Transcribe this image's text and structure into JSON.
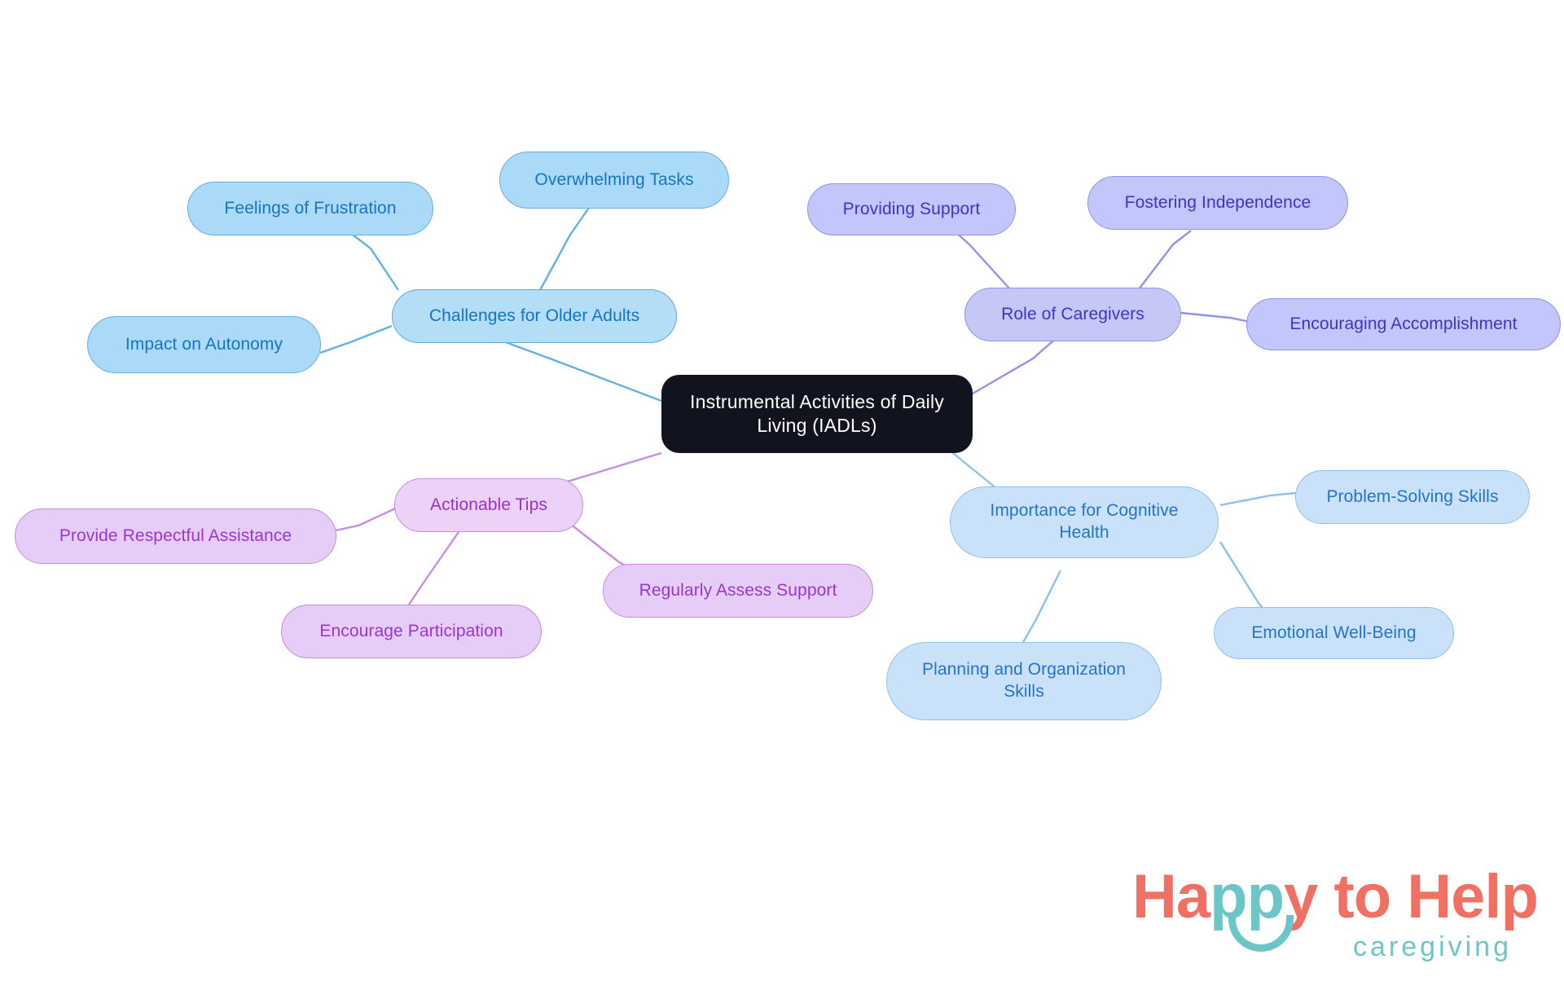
{
  "diagram": {
    "type": "mindmap",
    "title": "Instrumental Activities of Daily Living (IADLs)",
    "background_color": "#ffffff",
    "root": {
      "id": "root",
      "label": "Instrumental Activities of Daily\nLiving (IADLs)",
      "fill": "#11131f",
      "text_color": "#ffffff"
    },
    "branches": [
      {
        "id": "challenges",
        "label": "Challenges for Older Adults",
        "fill": "#b4ddf7",
        "border": "#5aa9e0",
        "text_color": "#1274cc",
        "children": [
          {
            "id": "overwhelming-tasks",
            "label": "Overwhelming Tasks",
            "fill": "#abd9f8",
            "border": "#63b0e6",
            "text_color": "#1574c4"
          },
          {
            "id": "feelings-of-frustration",
            "label": "Feelings of Frustration",
            "fill": "#abd9f8",
            "border": "#63b0e6",
            "text_color": "#1574c4"
          },
          {
            "id": "impact-on-autonomy",
            "label": "Impact on Autonomy",
            "fill": "#abd9f8",
            "border": "#63b0e6",
            "text_color": "#1574c4"
          }
        ]
      },
      {
        "id": "role-of-caregivers",
        "label": "Role of Caregivers",
        "fill": "#c5c7f7",
        "border": "#8f93ec",
        "text_color": "#3b36c9",
        "children": [
          {
            "id": "providing-support",
            "label": "Providing Support",
            "fill": "#c3c6fa",
            "border": "#9094ee",
            "text_color": "#3a36cb"
          },
          {
            "id": "fostering-independence",
            "label": "Fostering Independence",
            "fill": "#c3c6fa",
            "border": "#9094ee",
            "text_color": "#3a36cb"
          },
          {
            "id": "encouraging-accomplishment",
            "label": "Encouraging Accomplishment",
            "fill": "#c3c6fa",
            "border": "#9094ee",
            "text_color": "#3a36cb"
          }
        ]
      },
      {
        "id": "importance-cognitive-health",
        "label": "Importance for Cognitive\nHealth",
        "fill": "#c9e2fa",
        "border": "#8ec0ea",
        "text_color": "#2472c9",
        "children": [
          {
            "id": "problem-solving-skills",
            "label": "Problem-Solving Skills",
            "fill": "#c9e2fa",
            "border": "#8ec0ea",
            "text_color": "#2472c9"
          },
          {
            "id": "emotional-well-being",
            "label": "Emotional Well-Being",
            "fill": "#c9e2fa",
            "border": "#8ec0ea",
            "text_color": "#2472c9"
          },
          {
            "id": "planning-organization-skills",
            "label": "Planning and Organization\nSkills",
            "fill": "#c9e2fa",
            "border": "#8ec0ea",
            "text_color": "#2472c9"
          }
        ]
      },
      {
        "id": "actionable-tips",
        "label": "Actionable Tips",
        "fill": "#ebd2f6",
        "border": "#c98ce5",
        "text_color": "#9b2fd6",
        "children": [
          {
            "id": "provide-respectful-assistance",
            "label": "Provide Respectful Assistance",
            "fill": "#e6cdf7",
            "border": "#c48ce6",
            "text_color": "#9a35d4"
          },
          {
            "id": "encourage-participation",
            "label": "Encourage Participation",
            "fill": "#e6cdf7",
            "border": "#c48ce6",
            "text_color": "#9a35d4"
          },
          {
            "id": "regularly-assess-support",
            "label": "Regularly Assess Support",
            "fill": "#e6cdf7",
            "border": "#c48ce6",
            "text_color": "#9a35d4"
          }
        ]
      }
    ]
  },
  "brand": {
    "word_happy_prefix": "Ha",
    "word_happy_pp": "pp",
    "word_happy_suffix": "y to Help",
    "tagline": "caregiving",
    "coral": "#f07063",
    "teal": "#6cc6c7"
  }
}
